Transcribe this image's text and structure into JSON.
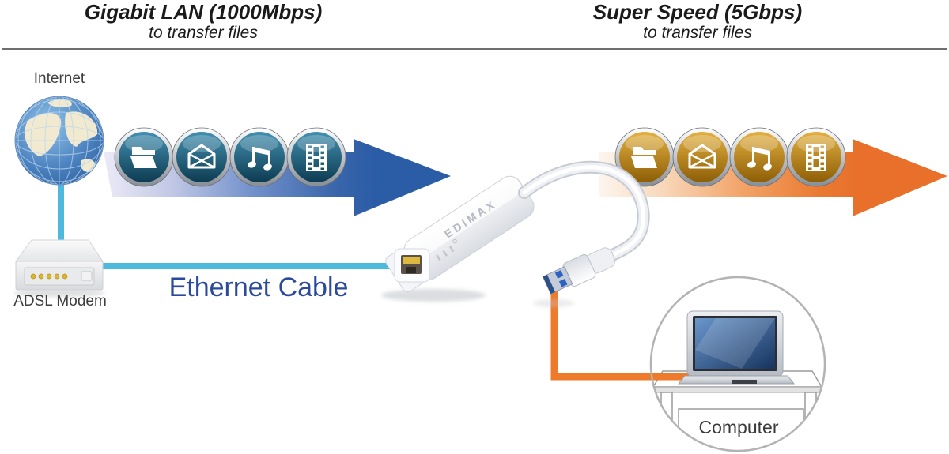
{
  "header": {
    "left": {
      "title": "Gigabit LAN (1000Mbps)",
      "subtitle": "to transfer files"
    },
    "right": {
      "title": "Super Speed (5Gbps)",
      "subtitle": "to transfer files"
    }
  },
  "diagram": {
    "internet_label": "Internet",
    "modem_label": "ADSL Modem",
    "ethernet_label": "Ethernet Cable",
    "computer_label": "Computer",
    "adapter_brand": "EDIMAX",
    "lan_flow_icons": [
      "folder-icon",
      "mail-icon",
      "music-note-icon",
      "film-icon"
    ],
    "usb_flow_icons": [
      "folder-icon",
      "mail-icon",
      "music-note-icon",
      "film-icon"
    ],
    "colors": {
      "lan_arrow": "#2b5ca6",
      "usb_arrow": "#e8702a",
      "ethernet_line": "#4db9dd",
      "usb_line": "#ee7a2b",
      "ethernet_label_text": "#2b4a9c",
      "lan_icon_fill": "#1d5f7d",
      "usb_icon_fill": "#b07c13",
      "divider_line": "#6f6f6f"
    }
  }
}
